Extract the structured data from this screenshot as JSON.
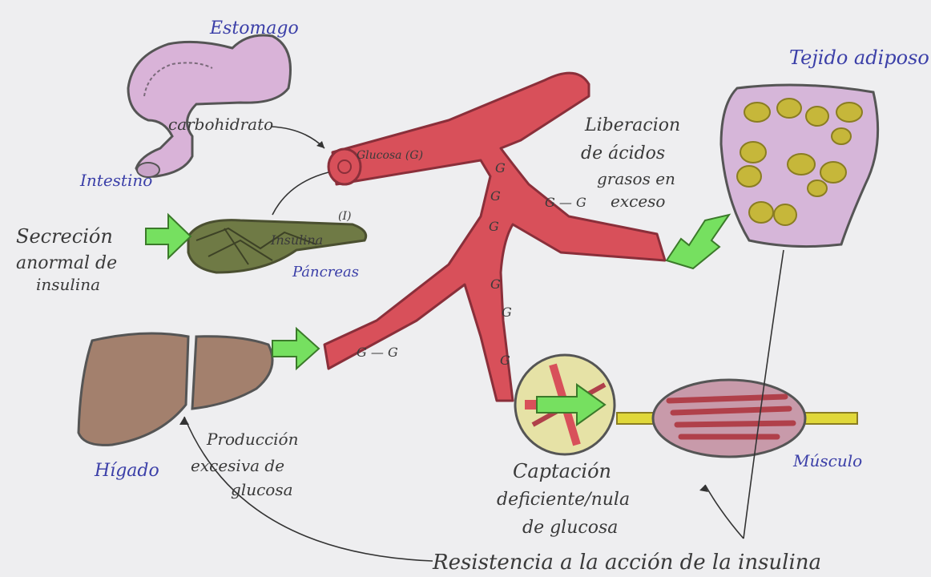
{
  "labels": {
    "stomach": "Estomago",
    "carbs": "carbohidrato",
    "intestine": "Intestino",
    "glucose_vessel": "Glucosa (G)",
    "adipose": "Tejido adiposo",
    "fatty_acids_1": "Liberacion",
    "fatty_acids_2": "de ácidos",
    "fatty_acids_3": "grasos en",
    "fatty_acids_4": "exceso",
    "secretion_1": "Secreción",
    "secretion_2": "anormal de",
    "secretion_3": "insulina",
    "insulin": "Insulina",
    "insulin_marker": "(I)",
    "pancreas": "Páncreas",
    "liver": "Hígado",
    "production_1": "Producción",
    "production_2": "excesiva de",
    "production_3": "glucosa",
    "uptake_1": "Captación",
    "uptake_2": "deficiente/nula",
    "uptake_3": "de glucosa",
    "muscle": "Músculo",
    "resistance": "Resistencia a la acción de la insulina",
    "g_mark": "G",
    "g_chain_1": "G — G",
    "g_chain_2": "G — G"
  },
  "colors": {
    "paper": "#eeeef0",
    "vessel": "#d8505a",
    "vessel_outline": "#8a2f3a",
    "stomach": "#d9b3d8",
    "pancreas": "#6f7a45",
    "liver": "#a3806d",
    "adipose_bg": "#d6b6d9",
    "fat_cell": "#c6b73a",
    "arrow_green": "#76e060",
    "label_blue": "#3b3fa8",
    "label_dark": "#3a3a3a",
    "muscle_fiber": "#b0404a",
    "nerve_yellow": "#e0d83a"
  }
}
